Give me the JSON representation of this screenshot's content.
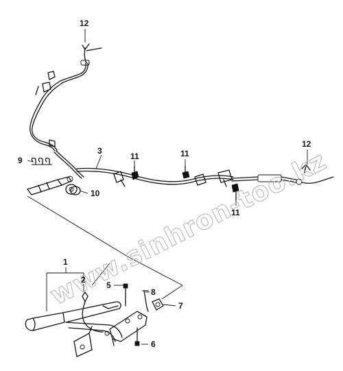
{
  "diagram": {
    "callouts": {
      "c1": "1",
      "c2": "2",
      "c3": "3",
      "c5": "5",
      "c6": "6",
      "c7": "7",
      "c8": "8",
      "c9": "9",
      "c10": "10",
      "c11a": "11",
      "c11b": "11",
      "c11c": "11",
      "c12a": "12",
      "c12b": "12"
    },
    "watermark": "www.sinhron-too.kz"
  }
}
